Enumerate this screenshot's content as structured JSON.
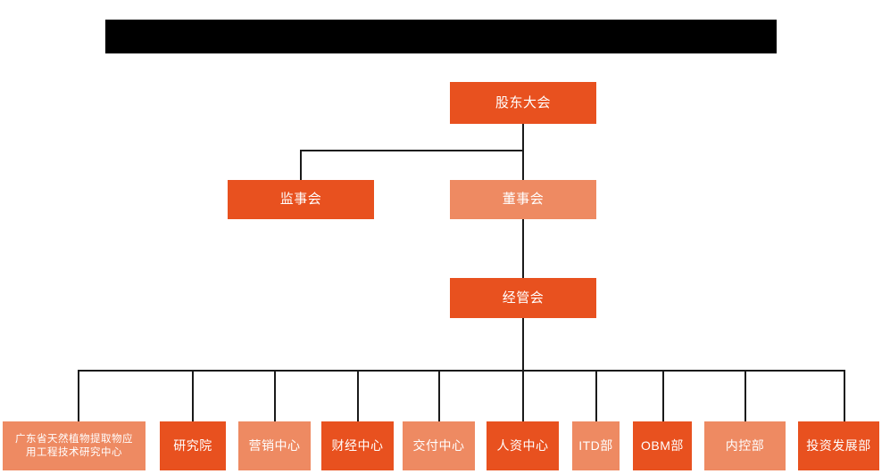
{
  "page": {
    "title_banner": {
      "name": "redacted-title-banner",
      "visible_text": ""
    },
    "background_color": "#FFFFFF"
  },
  "colors": {
    "dark_orange": "#E8511F",
    "light_orange": "#EE8A62",
    "connector": "#1A1A1A",
    "text": "#FFFFFF",
    "banner": "#000000"
  },
  "chart": {
    "type": "org-chart",
    "levels": [
      {
        "level": 1,
        "nodes": [
          {
            "id": "shareholders",
            "label": "股东大会",
            "fill": "dark"
          }
        ]
      },
      {
        "level": 2,
        "nodes": [
          {
            "id": "supervisors",
            "label": "监事会",
            "fill": "dark"
          },
          {
            "id": "directors",
            "label": "董事会",
            "fill": "light"
          }
        ]
      },
      {
        "level": 3,
        "nodes": [
          {
            "id": "management",
            "label": "经管会",
            "fill": "dark"
          }
        ]
      },
      {
        "level": 4,
        "nodes": [
          {
            "id": "research-center",
            "label": "广东省天然植物提取物应\n用工程技术研究中心",
            "fill": "light"
          },
          {
            "id": "institute",
            "label": "研究院",
            "fill": "dark"
          },
          {
            "id": "marketing",
            "label": "营销中心",
            "fill": "light"
          },
          {
            "id": "finance",
            "label": "财经中心",
            "fill": "dark"
          },
          {
            "id": "delivery",
            "label": "交付中心",
            "fill": "light"
          },
          {
            "id": "hr",
            "label": "人资中心",
            "fill": "dark"
          },
          {
            "id": "itd",
            "label": "ITD部",
            "fill": "light"
          },
          {
            "id": "obm",
            "label": "OBM部",
            "fill": "dark"
          },
          {
            "id": "internal-control",
            "label": "内控部",
            "fill": "light"
          },
          {
            "id": "investment",
            "label": "投资发展部",
            "fill": "dark"
          }
        ]
      }
    ]
  },
  "nodes": {
    "shareholders": "股东大会",
    "supervisors": "监事会",
    "directors": "董事会",
    "management": "经管会",
    "research_center": "广东省天然植物提取物应\n用工程技术研究中心",
    "institute": "研究院",
    "marketing": "营销中心",
    "finance": "财经中心",
    "delivery": "交付中心",
    "hr": "人资中心",
    "itd": "ITD部",
    "obm": "OBM部",
    "internal_control": "内控部",
    "investment": "投资发展部"
  }
}
